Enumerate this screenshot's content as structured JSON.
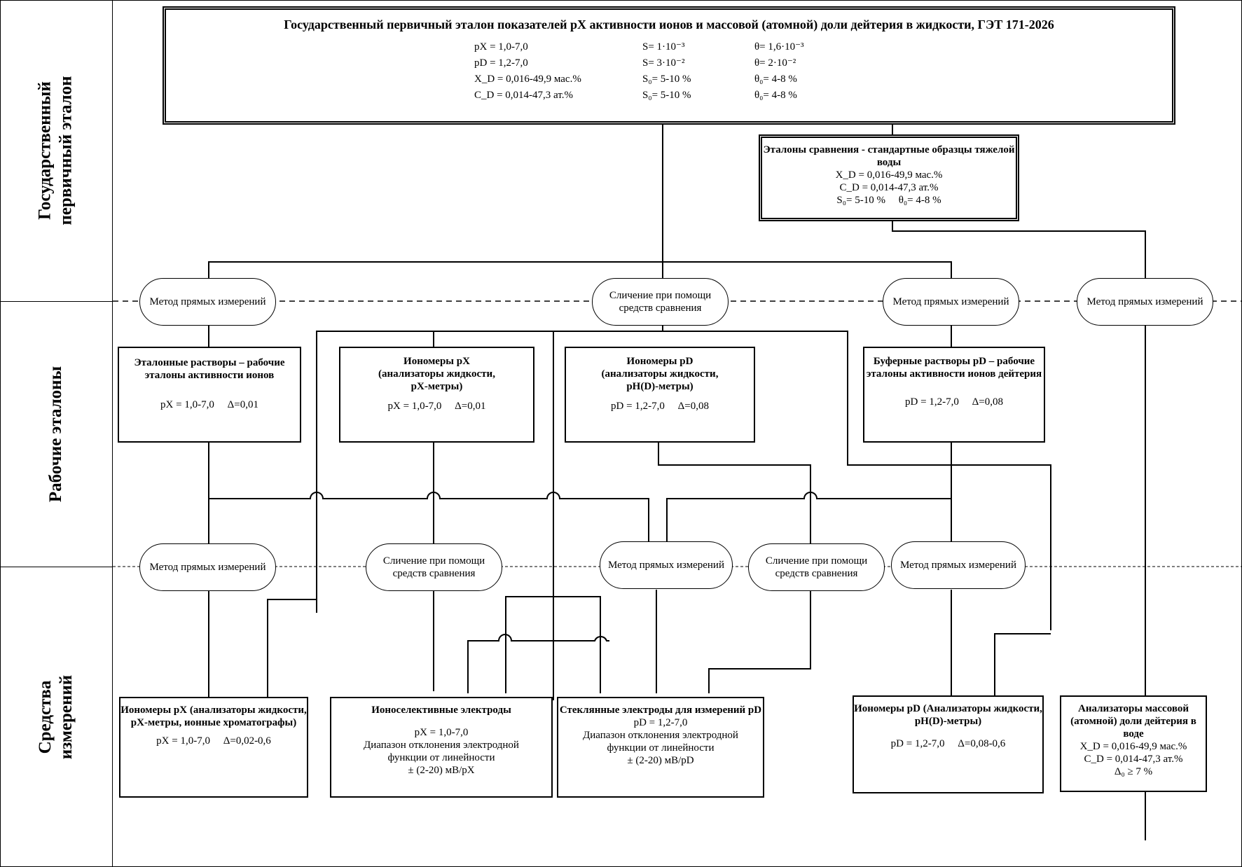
{
  "side_labels": {
    "primary": "Государственный\nпервичный эталон",
    "working": "Рабочие эталоны",
    "instruments": "Средства\nизмерений"
  },
  "primary_standard": {
    "title": "Государственный первичный эталон показателей pX активности ионов и массовой (атомной) доли дейтерия в жидкости, ГЭТ 171-2026",
    "params": [
      [
        "pX = 1,0-7,0",
        "S= 1·10⁻³",
        "θ= 1,6·10⁻³"
      ],
      [
        "pD = 1,2-7,0",
        "S= 3·10⁻²",
        "θ= 2·10⁻²"
      ],
      [
        "X_D = 0,016-49,9 мас.%",
        "S₀= 5-10 %",
        "θ₀= 4-8 %"
      ],
      [
        "C_D = 0,014-47,3 ат.%",
        "S₀= 5-10 %",
        "θ₀= 4-8 %"
      ]
    ]
  },
  "comparison_standards": {
    "title": "Эталоны сравнения - стандартные образцы тяжелой воды",
    "lines": [
      "X_D = 0,016-49,9 мас.%",
      "C_D = 0,014-47,3 ат.%",
      "S₀= 5-10 %     θ₀= 4-8 %"
    ]
  },
  "methods_top": {
    "direct1": "Метод прямых измерений",
    "comparison": "Сличение при помощи средств сравнения",
    "direct2": "Метод прямых измерений",
    "direct3": "Метод прямых измерений"
  },
  "working": {
    "solutions": {
      "title": "Эталонные растворы – рабочие эталоны активности ионов",
      "spec": "pX = 1,0-7,0     Δ=0,01"
    },
    "ionomers_px": {
      "title": "Иономеры pX",
      "sub": "(анализаторы жидкости,\npX-метры)",
      "spec": "pX = 1,0-7,0     Δ=0,01"
    },
    "ionomers_pd": {
      "title": "Иономеры pD",
      "sub": "(анализаторы жидкости,\npH(D)-метры)",
      "spec": "pD = 1,2-7,0     Δ=0,08"
    },
    "buffers": {
      "title": "Буферные растворы pD – рабочие эталоны активности ионов дейтерия",
      "spec": "pD = 1,2-7,0     Δ=0,08"
    }
  },
  "methods_bottom": {
    "m1": "Метод прямых измерений",
    "m2": "Сличение при помощи средств сравнения",
    "m3": "Метод прямых измерений",
    "m4": "Сличение при помощи средств сравнения",
    "m5": "Метод прямых измерений"
  },
  "instruments": {
    "ionomers_px": {
      "title": "Иономеры pX (анализаторы жидкости, pX-метры, ионные хроматографы)",
      "spec": "pX = 1,0-7,0     Δ=0,02-0,6"
    },
    "ise": {
      "title": "Ионоселективные электроды",
      "lines": [
        "pX = 1,0-7,0",
        "Диапазон отклонения электродной",
        "функции от линейности",
        "± (2-20) мВ/pX"
      ]
    },
    "glass": {
      "title": "Стеклянные электроды для измерений pD",
      "lines": [
        "pD = 1,2-7,0",
        "Диапазон отклонения электродной",
        "функции от линейности",
        "± (2-20) мВ/pD"
      ]
    },
    "ionomers_pd": {
      "title": "Иономеры pD (Анализаторы жидкости, pH(D)-метры)",
      "spec": "pD = 1,2-7,0     Δ=0,08-0,6"
    },
    "analyzers": {
      "title": "Анализаторы массовой (атомной) доли дейтерия в воде",
      "lines": [
        "X_D = 0,016-49,9 мас.%",
        "C_D = 0,014-47,3 ат.%",
        "Δ₀ ≥ 7 %"
      ]
    }
  }
}
